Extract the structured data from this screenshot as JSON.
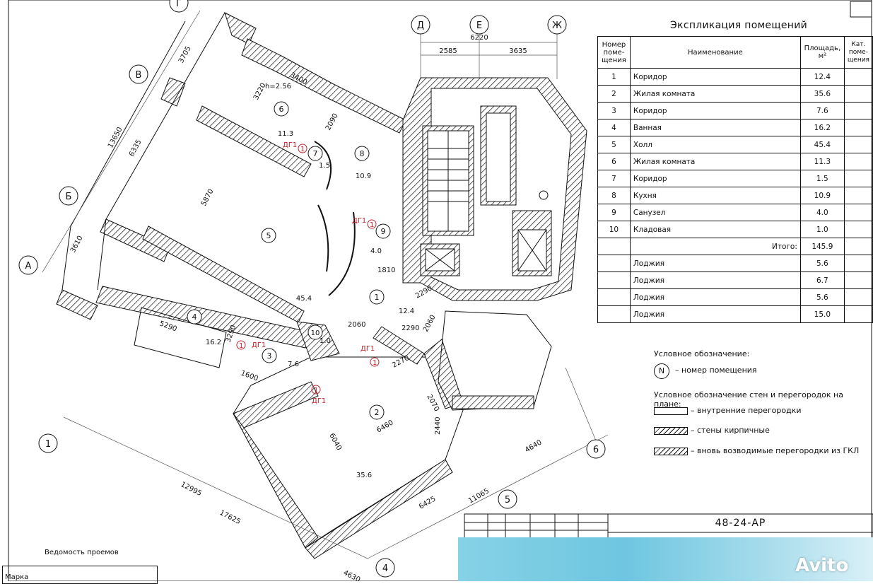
{
  "explication": {
    "title": "Экспликация помещений",
    "headers": {
      "num": "Номер поме-щения",
      "name": "Наименование",
      "area": "Площадь, м²",
      "cat": "Кат. поме-щения"
    },
    "rows": [
      {
        "num": "1",
        "name": "Коридор",
        "area": "12.4"
      },
      {
        "num": "2",
        "name": "Жилая комната",
        "area": "35.6"
      },
      {
        "num": "3",
        "name": "Коридор",
        "area": "7.6"
      },
      {
        "num": "4",
        "name": "Ванная",
        "area": "16.2"
      },
      {
        "num": "5",
        "name": "Холл",
        "area": "45.4"
      },
      {
        "num": "6",
        "name": "Жилая комната",
        "area": "11.3"
      },
      {
        "num": "7",
        "name": "Коридор",
        "area": "1.5"
      },
      {
        "num": "8",
        "name": "Кухня",
        "area": "10.9"
      },
      {
        "num": "9",
        "name": "Санузел",
        "area": "4.0"
      },
      {
        "num": "10",
        "name": "Кладовая",
        "area": "1.0"
      }
    ],
    "total_label": "Итого:",
    "total_value": "145.9",
    "loggias": [
      {
        "name": "Лоджия",
        "area": "5.6"
      },
      {
        "name": "Лоджия",
        "area": "6.7"
      },
      {
        "name": "Лоджия",
        "area": "5.6"
      },
      {
        "name": "Лоджия",
        "area": "15.0"
      }
    ]
  },
  "legend": {
    "title1": "Условное обозначение:",
    "room_symbol": "N",
    "room_text": "– номер помещения",
    "title2": "Условное обозначение стен и перегородок на плане:",
    "items": [
      "– внутренние перегородки",
      "– стены кирпичные",
      "– вновь возводимые перегородки из ГКЛ"
    ]
  },
  "stamp": {
    "code": "48-24-АР"
  },
  "vedomost": {
    "title": "Ведомость проемов",
    "col": "Марка"
  },
  "watermark": "Avito",
  "axes": {
    "top": [
      "Д",
      "Е",
      "Ж"
    ],
    "left": [
      "Г",
      "В",
      "Б",
      "А"
    ],
    "bottom": [
      "1",
      "4",
      "5",
      "6"
    ]
  },
  "dimensions": {
    "top_total": "6220",
    "top_a": "2585",
    "top_b": "3635",
    "left_total": "13650",
    "left_a": "3705",
    "left_b": "6335",
    "left_c": "3610",
    "d5870": "5870",
    "d3400": "3400",
    "d3220": "3220",
    "d2090": "2090",
    "d1810": "1810",
    "d2290a": "2290",
    "d2290b": "2290",
    "d2060a": "2060",
    "d2060b": "2060",
    "d2270": "2270",
    "d2070": "2070",
    "d2440": "2440",
    "d6460": "6460",
    "d6040": "6040",
    "d5290": "5290",
    "d3290": "3290",
    "d1600": "1600",
    "b12995": "12995",
    "b17625": "17625",
    "b6425": "6425",
    "b11065": "11065",
    "b4640": "4640",
    "b4630": "4630",
    "h": "h=2.56"
  },
  "rooms": [
    {
      "n": "1",
      "area": "12.4"
    },
    {
      "n": "2",
      "area": "35.6"
    },
    {
      "n": "3",
      "area": "7.6"
    },
    {
      "n": "4",
      "area": "16.2"
    },
    {
      "n": "5",
      "area": "45.4"
    },
    {
      "n": "6",
      "area": "11.3"
    },
    {
      "n": "7",
      "area": "1.5"
    },
    {
      "n": "8",
      "area": "10.9"
    },
    {
      "n": "9",
      "area": "4.0"
    },
    {
      "n": "10",
      "area": "1.0"
    }
  ],
  "door_mark": "ДГ1",
  "door_num": "1"
}
